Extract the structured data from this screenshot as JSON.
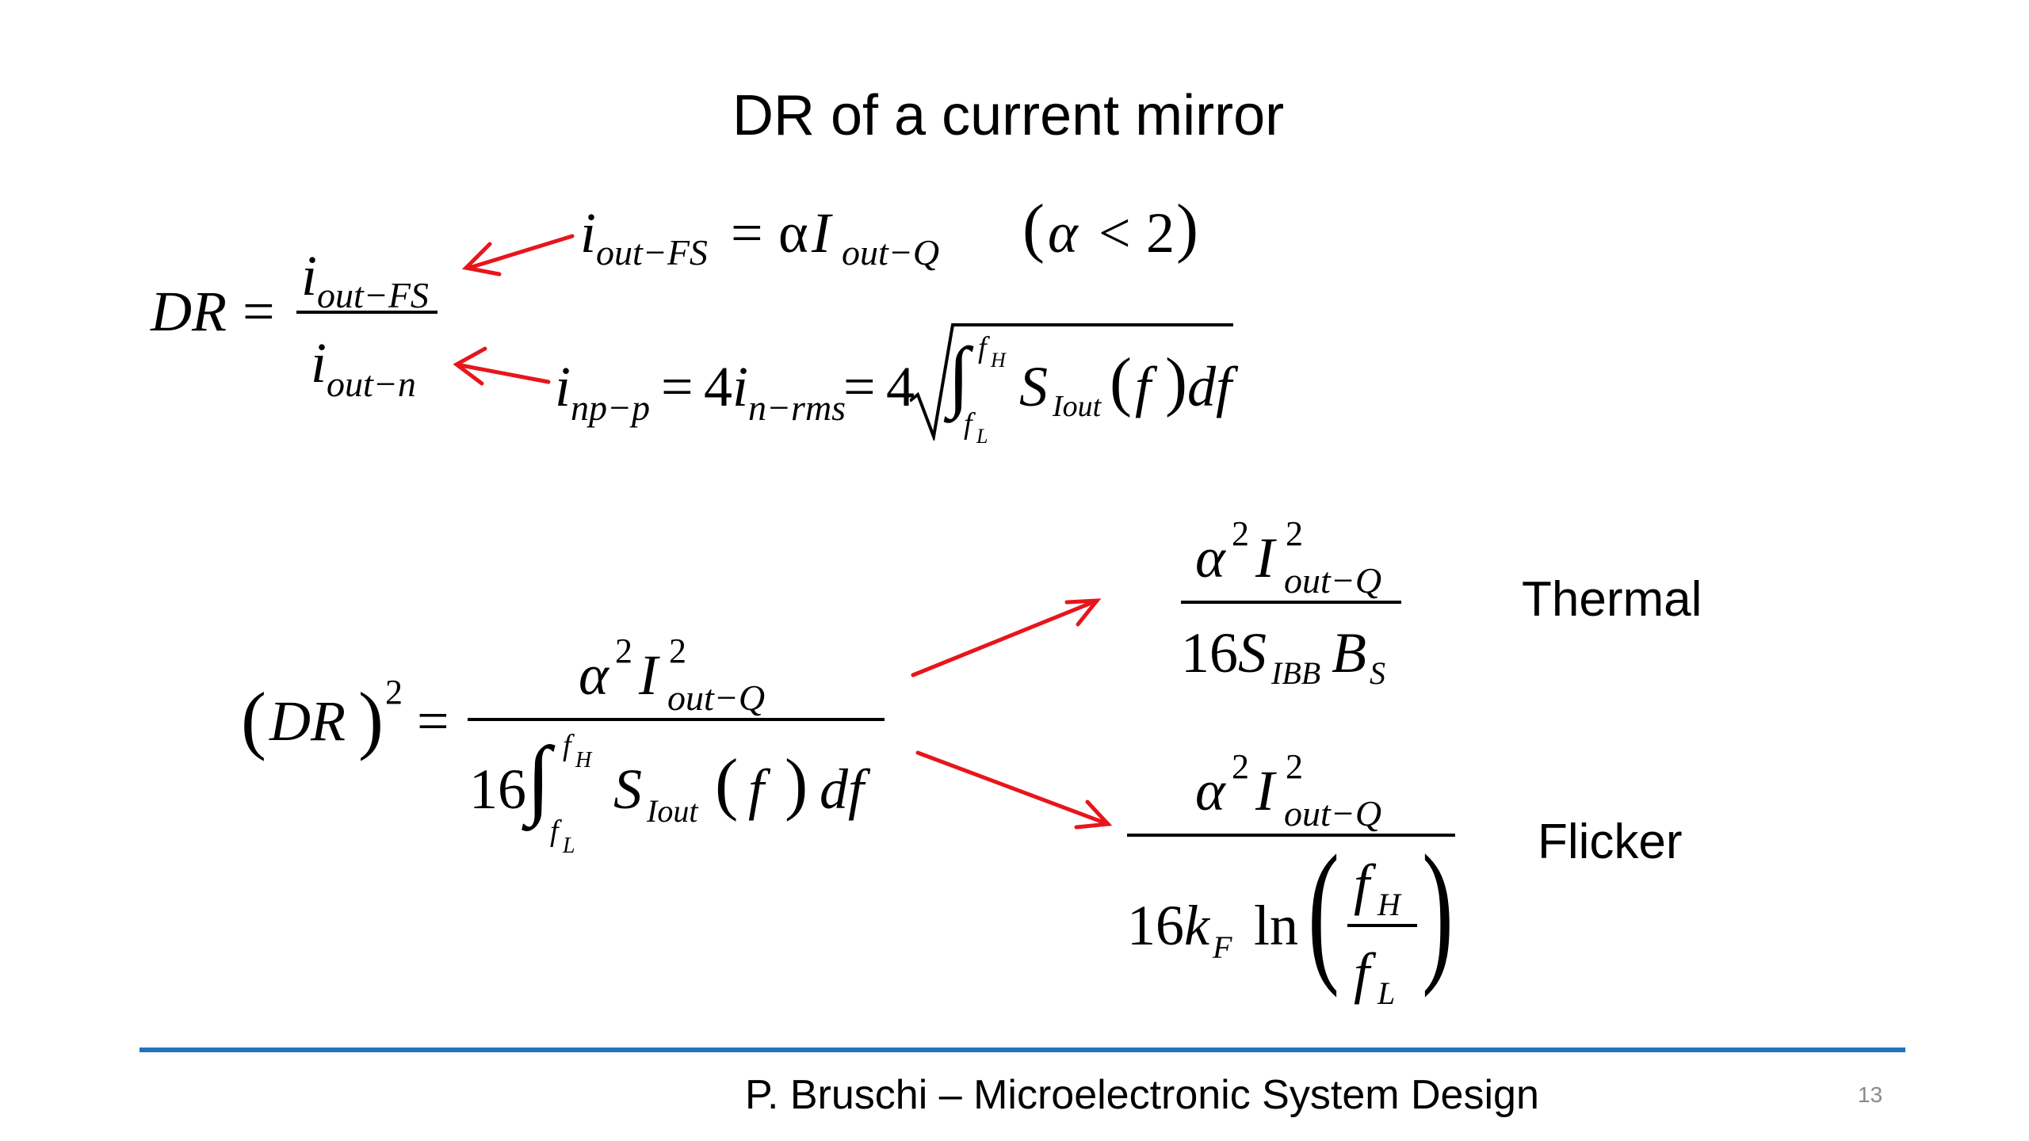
{
  "slide": {
    "title": "DR of a current mirror",
    "footer": "P. Bruschi – Microelectronic System Design",
    "page_number": "13"
  },
  "labels": {
    "thermal": "Thermal",
    "flicker": "Flicker"
  },
  "symbols": {
    "DR": "DR",
    "i": "i",
    "I": "I",
    "S": "S",
    "B": "B",
    "k": "k",
    "f": "f",
    "df": "df",
    "alpha": "α",
    "alpha_upright": "α",
    "two": "2",
    "four": "4",
    "sixteen": "16",
    "ln": "ln",
    "integral": "∫",
    "lparen": "(",
    "rparen": ")",
    "eq": "=",
    "lt": "<"
  },
  "subscripts": {
    "out_FS": "out−FS",
    "out_Q": "out−Q",
    "out_n": "out−n",
    "np_p": "np−p",
    "n_rms": "n−rms",
    "Iout": "Iout",
    "IBB": "IBB",
    "S": "S",
    "F": "F",
    "H": "H",
    "L": "L",
    "fH": "f",
    "fL": "f"
  },
  "colors": {
    "arrow": "#e8151b",
    "footer_rule": "#1f73c1",
    "text": "#000000"
  }
}
